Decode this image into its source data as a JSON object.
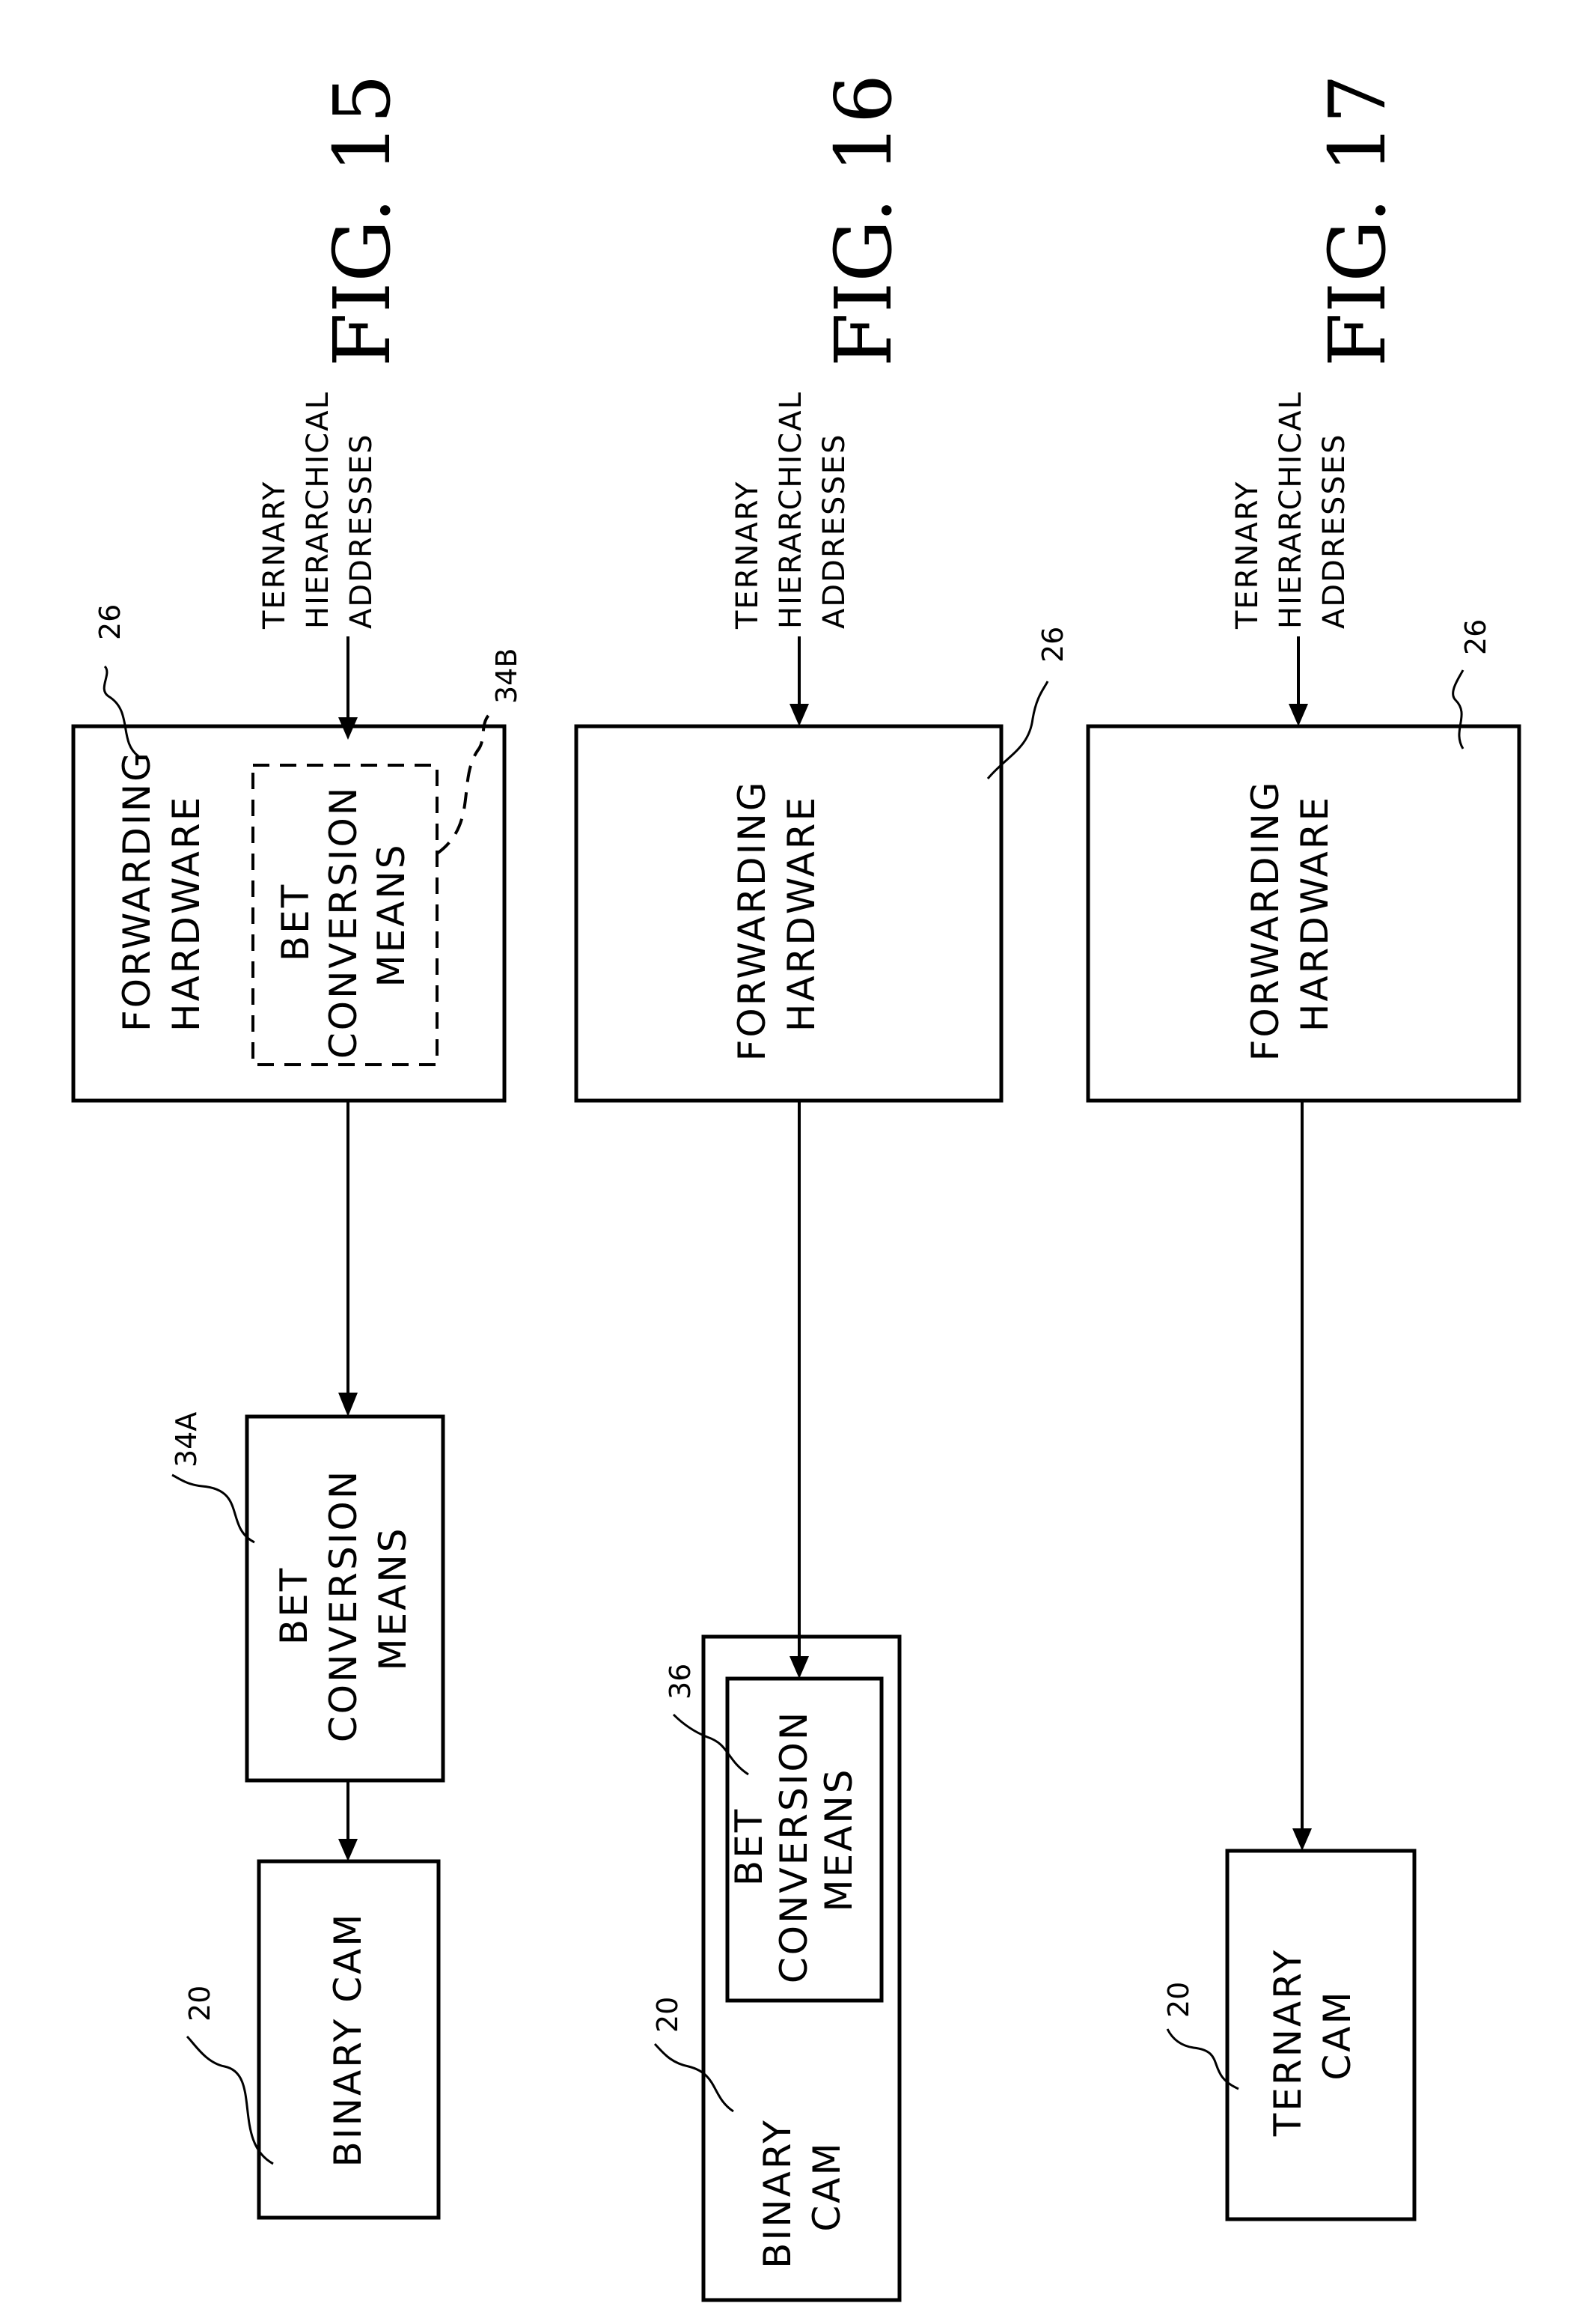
{
  "figures": {
    "fig15": {
      "title": "FIG. 15",
      "input_label": [
        "TERNARY",
        "HIERARCHICAL",
        "ADDRESSES"
      ],
      "forwarding": {
        "label": [
          "FORWARDING",
          "HARDWARE"
        ],
        "ref": "26"
      },
      "inner_conversion": {
        "label": [
          "BET",
          "CONVERSION",
          "MEANS"
        ],
        "ref": "34B"
      },
      "outer_conversion": {
        "label": [
          "BET",
          "CONVERSION",
          "MEANS"
        ],
        "ref": "34A"
      },
      "cam": {
        "label": [
          "BINARY CAM"
        ],
        "ref": "20"
      }
    },
    "fig16": {
      "title": "FIG. 16",
      "input_label": [
        "TERNARY",
        "HIERARCHICAL",
        "ADDRESSES"
      ],
      "forwarding": {
        "label": [
          "FORWARDING",
          "HARDWARE"
        ],
        "ref": "26"
      },
      "conversion": {
        "label": [
          "BET",
          "CONVERSION",
          "MEANS"
        ],
        "ref": "36"
      },
      "cam": {
        "label": [
          "BINARY",
          "CAM"
        ],
        "ref": "20"
      }
    },
    "fig17": {
      "title": "FIG. 17",
      "input_label": [
        "TERNARY",
        "HIERARCHICAL",
        "ADDRESSES"
      ],
      "forwarding": {
        "label": [
          "FORWARDING",
          "HARDWARE"
        ],
        "ref": "26"
      },
      "cam": {
        "label": [
          "TERNARY",
          "CAM"
        ],
        "ref": "20"
      }
    }
  }
}
